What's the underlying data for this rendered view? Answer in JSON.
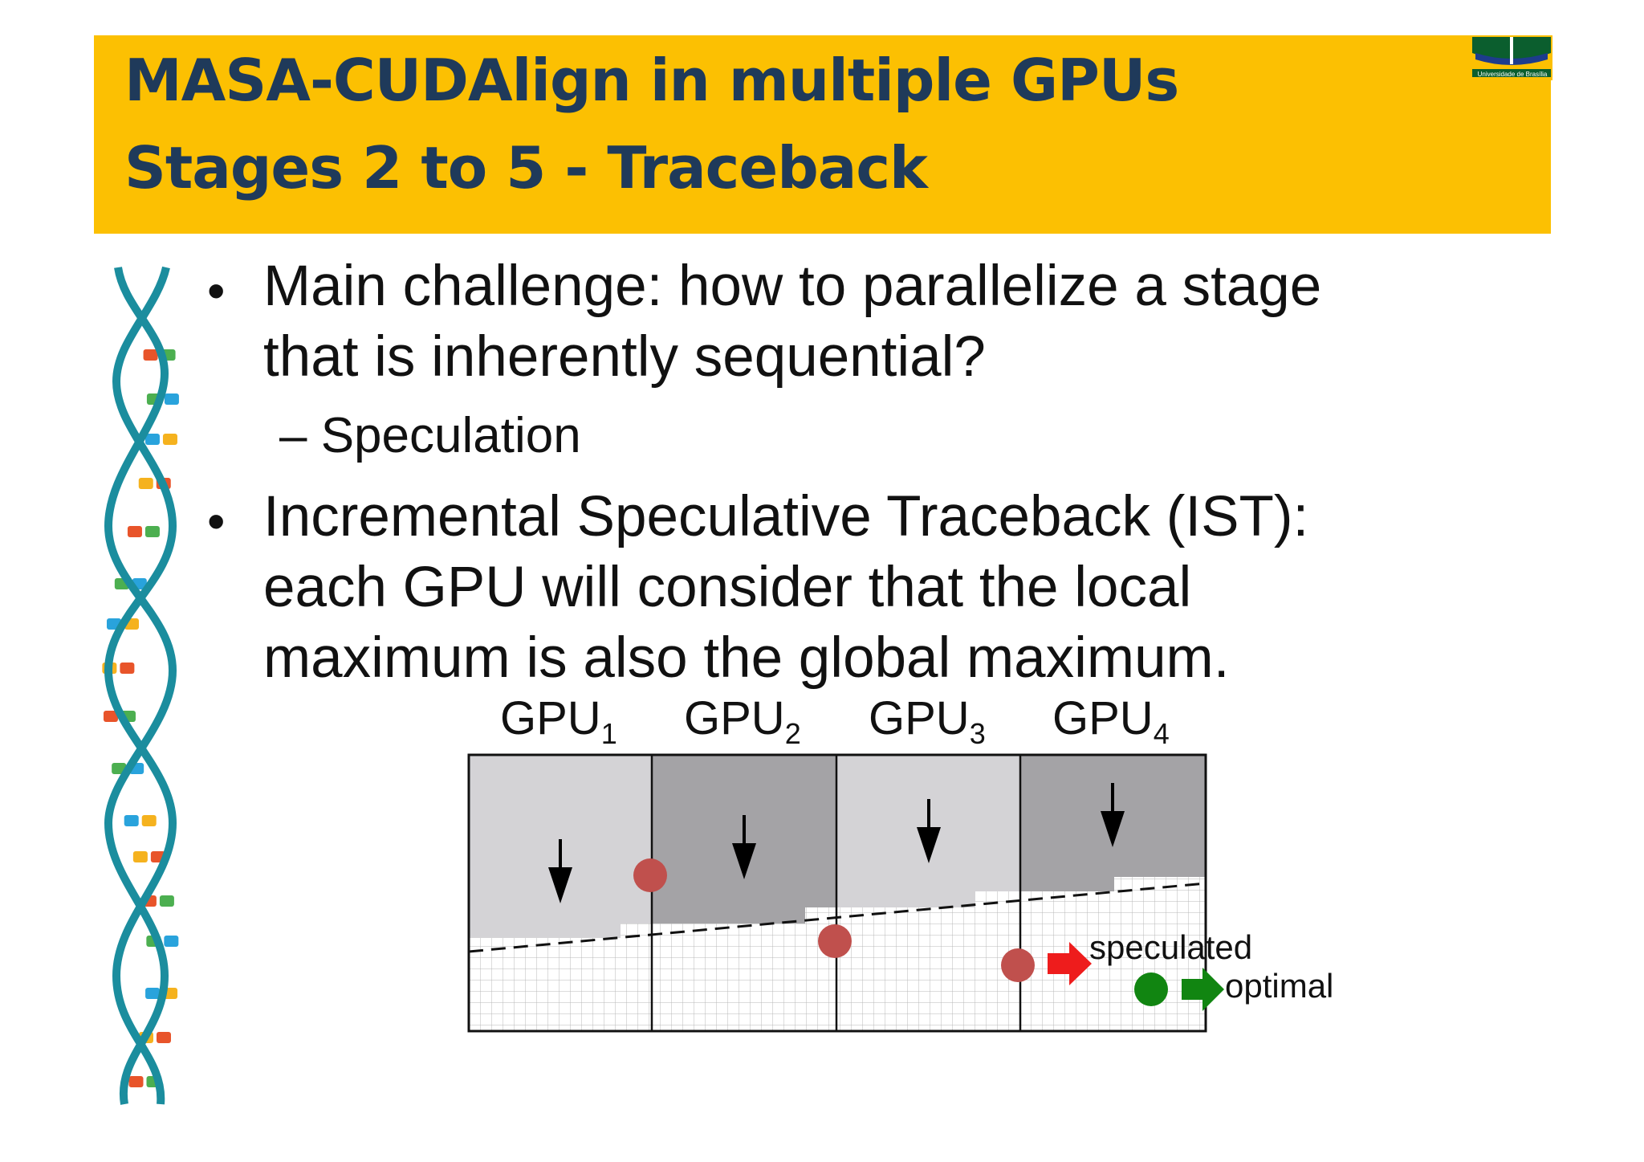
{
  "title": {
    "line1": "MASA-CUDAlign in multiple GPUs",
    "line2": "Stages 2 to 5 - Traceback"
  },
  "logo": {
    "caption": "Universidade de Brasília",
    "colors": [
      "#0b5e2e",
      "#1d3c8c"
    ]
  },
  "bullets": [
    {
      "lines": [
        "Main challenge: how to parallelize a stage",
        "that is inherently sequential?"
      ],
      "sub": "– Speculation"
    },
    {
      "lines": [
        "Incremental Speculative Traceback (IST):",
        "each GPU will  consider that the local",
        "maximum is also the global maximum."
      ]
    }
  ],
  "figure": {
    "gpus": [
      {
        "name": "GPU",
        "index": "1"
      },
      {
        "name": "GPU",
        "index": "2"
      },
      {
        "name": "GPU",
        "index": "3"
      },
      {
        "name": "GPU",
        "index": "4"
      }
    ],
    "legend": {
      "speculated": "speculated",
      "optimal": "optimal"
    },
    "colors": {
      "speculated": "#c0504d",
      "speculated_arrow": "#ee1c1c",
      "optimal": "#118511",
      "shade_light": "#d4d3d6",
      "shade_dark": "#a4a3a6"
    }
  }
}
